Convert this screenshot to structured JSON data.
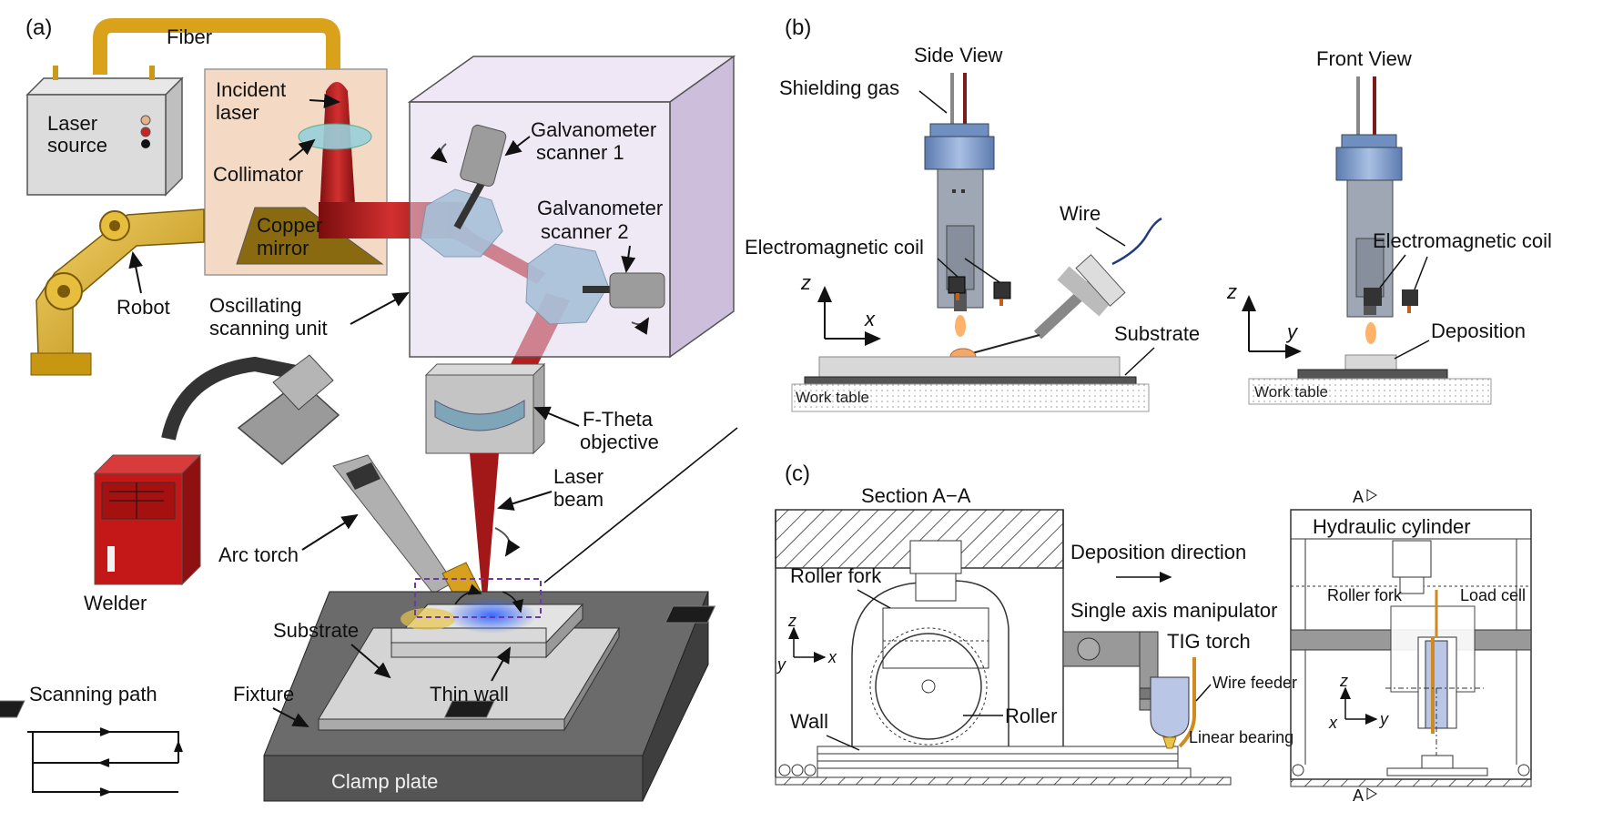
{
  "panels": {
    "a": "(a)",
    "b": "(b)",
    "c": "(c)"
  },
  "panel_a": {
    "fiber": "Fiber",
    "laser_source_1": "Laser",
    "laser_source_2": "source",
    "incident_laser_1": "Incident",
    "incident_laser_2": "laser",
    "collimator": "Collimator",
    "copper_mirror_1": "Copper",
    "copper_mirror_2": "mirror",
    "robot": "Robot",
    "galvo1_1": "Galvanometer",
    "galvo1_2": "scanner 1",
    "galvo2_1": "Galvanometer",
    "galvo2_2": "scanner 2",
    "osc_1": "Oscillating",
    "osc_2": "scanning unit",
    "ftheta_1": "F-Theta",
    "ftheta_2": "objective",
    "laser_beam_1": "Laser",
    "laser_beam_2": "beam",
    "arc_torch": "Arc torch",
    "welder": "Welder",
    "substrate": "Substrate",
    "fixture": "Fixture",
    "thin_wall": "Thin wall",
    "scanning_path": "Scanning path",
    "clamp_plate": "Clamp plate"
  },
  "panel_b": {
    "side_view": "Side  View",
    "front_view": "Front View",
    "shielding_gas": "Shielding gas",
    "wire": "Wire",
    "em_coil_left": "Electromagnetic coil",
    "em_coil_right": "Electromagnetic coil",
    "substrate": "Substrate",
    "deposition": "Deposition",
    "work_table_left": "Work table",
    "work_table_right": "Work table",
    "axis_z": "z",
    "axis_x": "x",
    "axis_y": "y"
  },
  "panel_c": {
    "section": "Section A−A",
    "deposition_direction": "Deposition direction",
    "roller_fork_left": "Roller fork",
    "single_axis": "Single axis manipulator",
    "tig_torch": "TIG torch",
    "wire_feeder": "Wire feeder",
    "roller": "Roller",
    "wall": "Wall",
    "linear_bearing": "Linear bearing",
    "hydraulic_cylinder": "Hydraulic cylinder",
    "roller_fork_right": "Roller fork",
    "load_cell": "Load cell",
    "a_top": "A",
    "a_bottom": "A",
    "axis_z": "z",
    "axis_x": "x",
    "axis_y": "y"
  },
  "colors": {
    "laser_red": "#b01818",
    "robot_gold": "#d4a017",
    "fiber_gold": "#e0a81c",
    "scan_unit": "#e7dcef",
    "welder_red": "#c21818",
    "clamp_gray": "#555555",
    "torch_blue": "#7b96c4"
  }
}
